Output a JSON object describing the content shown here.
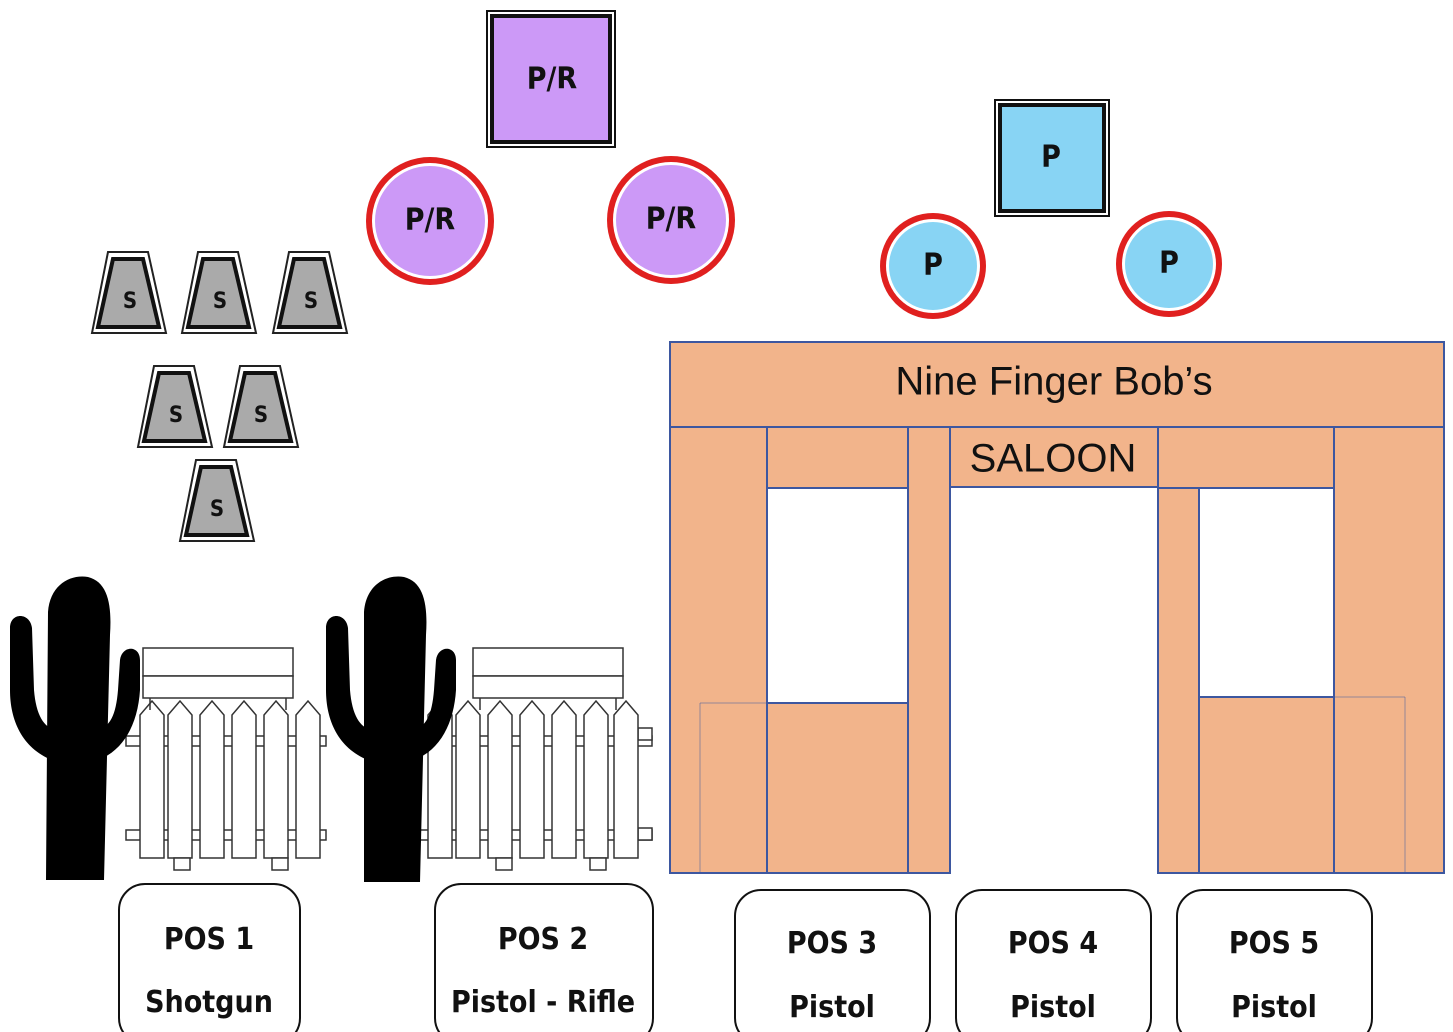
{
  "targets": {
    "pr_plate": "P/R",
    "pr_left": "P/R",
    "pr_right": "P/R",
    "p_plate": "P",
    "p_left": "P",
    "p_right": "P",
    "shotgun": [
      "S",
      "S",
      "S",
      "S",
      "S",
      "S"
    ]
  },
  "saloon": {
    "name": "Nine Finger Bob’s",
    "sign": "SALOON"
  },
  "positions": [
    {
      "pos": "POS 1",
      "gun": "Shotgun"
    },
    {
      "pos": "POS 2",
      "gun": "Pistol - Rifle"
    },
    {
      "pos": "POS 3",
      "gun": "Pistol"
    },
    {
      "pos": "POS 4",
      "gun": "Pistol"
    },
    {
      "pos": "POS 5",
      "gun": "Pistol"
    }
  ],
  "colors": {
    "rifle_target": "#cc99f7",
    "pistol_target": "#88d4f4",
    "shotgun_target": "#aaaaaa",
    "target_ring": "#e0201f",
    "saloon_wall": "#f2b48b",
    "saloon_outline": "#3d57a0"
  }
}
